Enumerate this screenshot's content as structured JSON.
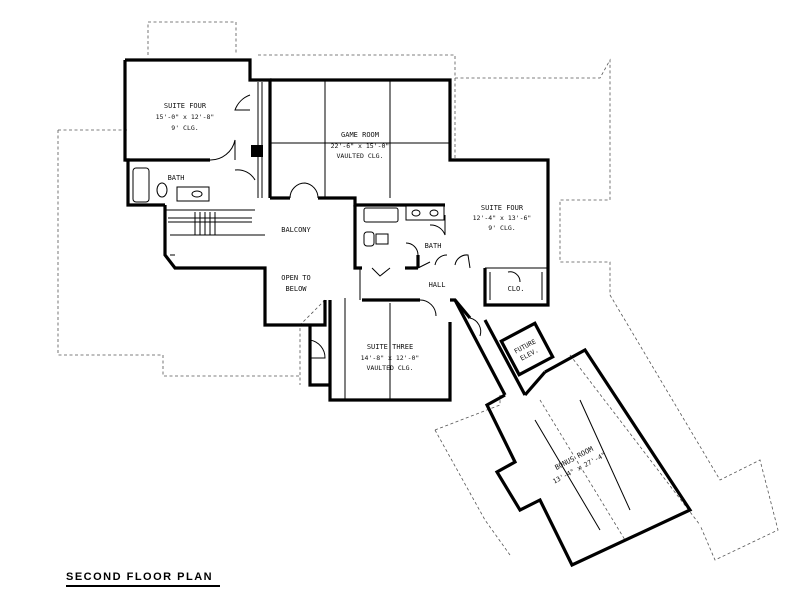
{
  "plan_title": "SECOND FLOOR PLAN",
  "rooms": {
    "suite_four_a": {
      "name": "SUITE FOUR",
      "dims": "15'-0\" x 12'-8\"",
      "ceiling": "9' CLG."
    },
    "game_room": {
      "name": "GAME ROOM",
      "dims": "22'-6\" x 15'-0\"",
      "ceiling": "VAULTED CLG."
    },
    "suite_four_b": {
      "name": "SUITE FOUR",
      "dims": "12'-4\" x 13'-6\"",
      "ceiling": "9' CLG."
    },
    "suite_three": {
      "name": "SUITE THREE",
      "dims": "14'-8\" x 12'-0\"",
      "ceiling": "VAULTED CLG."
    },
    "bonus_room": {
      "name": "BONUS ROOM",
      "dims": "13'-4\" x 27'-4\""
    },
    "bath_a": {
      "name": "BATH"
    },
    "bath_b": {
      "name": "BATH"
    },
    "balcony": {
      "name": "BALCONY"
    },
    "open_to_below": {
      "line1": "OPEN TO",
      "line2": "BELOW"
    },
    "hall": {
      "name": "HALL"
    },
    "closet": {
      "name": "CLO."
    },
    "future_elev": {
      "line1": "FUTURE",
      "line2": "ELEV."
    }
  }
}
